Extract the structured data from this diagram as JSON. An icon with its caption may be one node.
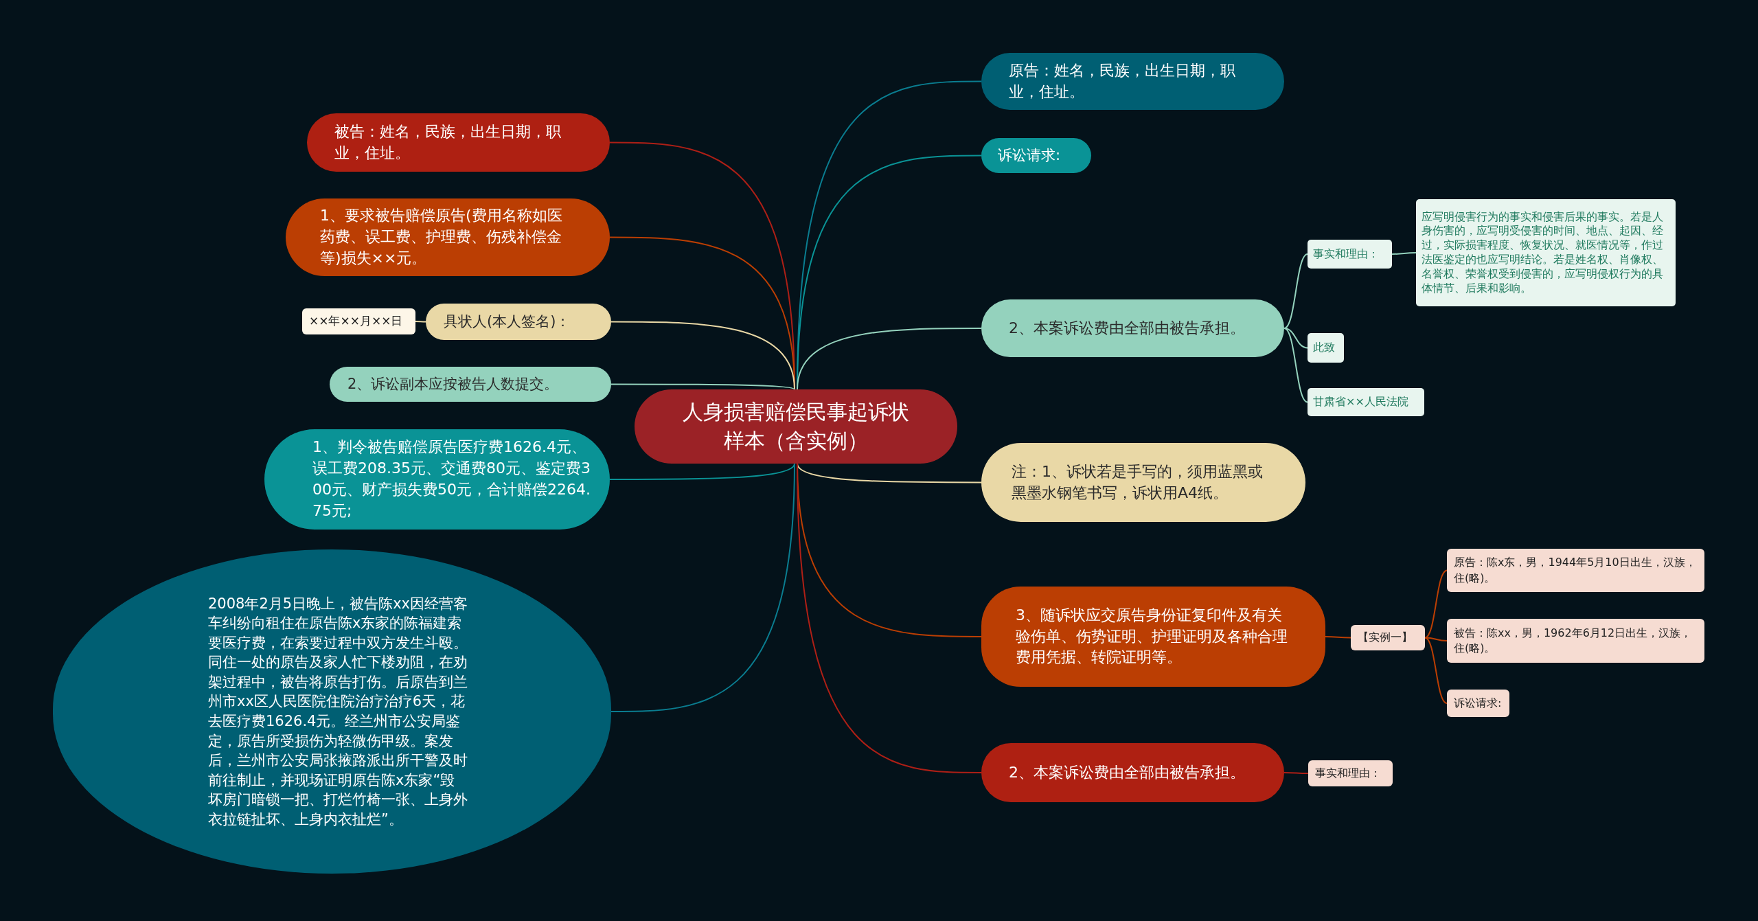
{
  "diagram": {
    "nodes": [
      {
        "text": [
          "人身损害赔偿民事起诉状样本（含实例）"
        ]
      },
      {
        "text": [
          "被告：姓名，民族，出生日期，职业，住址。"
        ]
      },
      {
        "text": [
          "1、要求被告赔偿原告(费用名称如医药费、误工费、护理费、伤残补偿金等)损失××元。"
        ]
      },
      {
        "text": [
          "具状人(本人签名)："
        ]
      },
      {
        "text": [
          "××年××月××日"
        ]
      },
      {
        "text": [
          "2、诉讼副本应按被告人数提交。"
        ]
      },
      {
        "text": [
          "1、判令被告赔偿原告医疗费1626.4元、误工费208.35元、交通费80元、鉴定费300元、财产损失费50元，合计赔偿2264.75元;"
        ]
      },
      {
        "text": [
          "2008年2月5日晚上，被告陈xx因经营客车纠纷向租住在原告陈x东家的陈福建索要医疗费，在索要过程中双方发生斗殴。同住一处的原告及家人忙下楼劝阻，在劝架过程中，被告将原告打伤。后原告到兰州市xx区人民医院住院治疗治疗6天，花去医疗费1626.4元。经兰州市公安局鉴定，原告所受损伤为轻微伤甲级。案发后，兰州市公安局张掖路派出所干警及时前往制止，并现场证明原告陈x东家“毁坏房门暗锁一把、打烂竹椅一张、上身外衣拉链扯坏、上身内衣扯烂”。"
        ]
      },
      {
        "text": [
          "原告：姓名，民族，出生日期，职业，住址。"
        ]
      },
      {
        "text": [
          "诉讼请求:"
        ]
      },
      {
        "text": [
          "2、本案诉讼费由全部由被告承担。"
        ]
      },
      {
        "text": [
          "事实和理由："
        ]
      },
      {
        "text": [
          "应写明侵害行为的事实和侵害后果的事实。若是人身伤害的，应写明受侵害的时间、地点、起因、经过，实际损害程度、恢复状况、就医情况等，作过法医鉴定的也应写明结论。若是姓名权、肖像权、名誉权、荣誉权受到侵害的，应写明侵权行为的具体情节、后果和影响。"
        ]
      },
      {
        "text": [
          "此致"
        ]
      },
      {
        "text": [
          "甘肃省××人民法院"
        ]
      },
      {
        "text": [
          "注：1、诉状若是手写的，须用蓝黑或黑墨水钢笔书写，诉状用A4纸。"
        ]
      },
      {
        "text": [
          "3、随诉状应交原告身份证复印件及有关验伤单、伤势证明、护理证明及各种合理费用凭据、转院证明等。"
        ]
      },
      {
        "text": [
          "【实例一】"
        ]
      },
      {
        "text": [
          "原告：陈x东，男，1944年5月10日出生，汉族，住(略)。"
        ]
      },
      {
        "text": [
          "被告：陈xx，男，1962年6月12日出生，汉族，住(略)。"
        ]
      },
      {
        "text": [
          "诉讼请求:"
        ]
      },
      {
        "text": [
          "2、本案诉讼费由全部由被告承担。"
        ]
      },
      {
        "text": [
          "事实和理由："
        ]
      }
    ],
    "edges": [
      {
        "from": 0,
        "to": 1,
        "arrow": "none",
        "color": "#ae1f16"
      },
      {
        "from": 0,
        "to": 2,
        "arrow": "none",
        "color": "#bb3e03"
      },
      {
        "from": 0,
        "to": 3,
        "arrow": "none",
        "color": "#e9d8a6"
      },
      {
        "from": 3,
        "to": 4,
        "arrow": "none",
        "color": "#e9d8a6"
      },
      {
        "from": 0,
        "to": 5,
        "arrow": "none",
        "color": "#94d2bd"
      },
      {
        "from": 0,
        "to": 6,
        "arrow": "none",
        "color": "#0a9396"
      },
      {
        "from": 0,
        "to": 7,
        "arrow": "none",
        "color": "#0a7d90"
      },
      {
        "from": 0,
        "to": 8,
        "arrow": "none",
        "color": "#0a7d90"
      },
      {
        "from": 0,
        "to": 9,
        "arrow": "none",
        "color": "#0a9396"
      },
      {
        "from": 0,
        "to": 10,
        "arrow": "none",
        "color": "#94d2bd"
      },
      {
        "from": 10,
        "to": 11,
        "arrow": "none",
        "color": "#94d2bd"
      },
      {
        "from": 11,
        "to": 12,
        "arrow": "none",
        "color": "#94d2bd"
      },
      {
        "from": 10,
        "to": 13,
        "arrow": "none",
        "color": "#94d2bd"
      },
      {
        "from": 10,
        "to": 14,
        "arrow": "none",
        "color": "#94d2bd"
      },
      {
        "from": 0,
        "to": 15,
        "arrow": "none",
        "color": "#e9d8a6"
      },
      {
        "from": 0,
        "to": 16,
        "arrow": "none",
        "color": "#bb3e03"
      },
      {
        "from": 16,
        "to": 17,
        "arrow": "none",
        "color": "#bb3e03"
      },
      {
        "from": 17,
        "to": 18,
        "arrow": "none",
        "color": "#bb3e03"
      },
      {
        "from": 17,
        "to": 19,
        "arrow": "none",
        "color": "#bb3e03"
      },
      {
        "from": 17,
        "to": 20,
        "arrow": "none",
        "color": "#bb3e03"
      },
      {
        "from": 0,
        "to": 21,
        "arrow": "none",
        "color": "#ae1f16"
      },
      {
        "from": 21,
        "to": 22,
        "arrow": "none",
        "color": "#ae1f16"
      }
    ]
  }
}
